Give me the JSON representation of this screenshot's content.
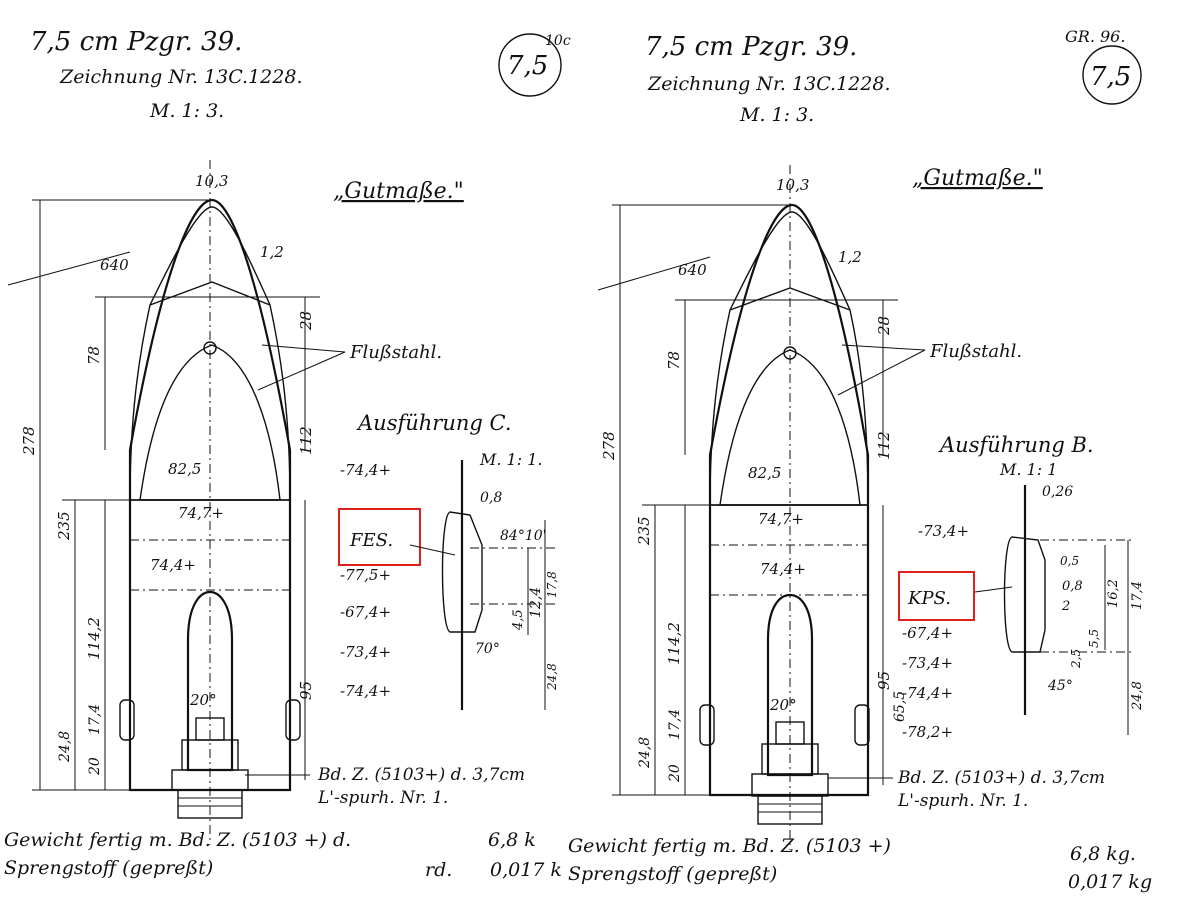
{
  "left": {
    "title": "7,5 cm Pzgr. 39.",
    "drawing": "Zeichnung Nr. 13C.1228.",
    "scale": "M. 1: 3.",
    "badge": "7,5",
    "corner_note": "10c",
    "heading": "„Gutmaße.\"",
    "material": "Flußstahl.",
    "variant": "Ausführung C.",
    "variant_scale": "M. 1: 1.",
    "callout": "FES.",
    "fuze": "Bd. Z. (5103+) d. 3,7cm",
    "tracer": "L'-spurh. Nr. 1.",
    "weight_label": "Gewicht fertig m. Bd. Z. (5103 +) d.",
    "weight_value": "6,8 k",
    "charge_label": "Sprengstoff (gepreßt)",
    "charge_rd": "rd.",
    "charge_value": "0,017 k",
    "dims": {
      "tip": "10,3",
      "wall": "1,2",
      "radius": "640",
      "r825": "82,5",
      "d278": "278",
      "d235": "235",
      "d1142": "114,2",
      "d78": "78",
      "d28": "28",
      "d112": "112",
      "d95": "95",
      "d747": "74,7+",
      "d744": "74,4+",
      "d174": "17,4",
      "d248": "24,8",
      "d20": "20",
      "a20": "20°"
    },
    "band": {
      "b1": "-74,4+",
      "b2": "-77,5+",
      "b3": "-67,4+",
      "b4": "-73,4+",
      "b5": "-74,4+",
      "b6": "0,8",
      "b7": "84°10'",
      "b8": "12,4",
      "b9": "4,5",
      "b10": "70°",
      "b11": "17,8",
      "b12": "24,8"
    }
  },
  "right": {
    "title": "7,5 cm Pzgr. 39.",
    "drawing": "Zeichnung Nr. 13C.1228.",
    "scale": "M. 1: 3.",
    "badge": "7,5",
    "corner_note": "GR. 96.",
    "heading": "„Gutmaße.\"",
    "material": "Flußstahl.",
    "variant": "Ausführung B.",
    "variant_scale": "M. 1: 1",
    "callout": "KPS.",
    "fuze": "Bd. Z. (5103+) d. 3,7cm",
    "tracer": "L'-spurh. Nr. 1.",
    "weight_label": "Gewicht fertig m. Bd. Z. (5103 +)",
    "weight_value": "6,8 kg.",
    "charge_label": "Sprengstoff (gepreßt)",
    "charge_value": "0,017 kg",
    "dims": {
      "tip": "10,3",
      "wall": "1,2",
      "radius": "640",
      "r825": "82,5",
      "d278": "278",
      "d235": "235",
      "d1142": "114,2",
      "d78": "78",
      "d28": "28",
      "d112": "112",
      "d95": "95",
      "d655": "65,5",
      "d747": "74,7+",
      "d744": "74,4+",
      "d174": "17,4",
      "d248": "24,8",
      "d20": "20",
      "a20": "20°"
    },
    "band": {
      "b1": "-73,4+",
      "b2": "-67,4+",
      "b3": "-73,4+",
      "b4": "-74,4+",
      "b5": "-78,2+",
      "b6": "0,26",
      "b7": "0,5",
      "b8": "0,8",
      "b9": "2",
      "b10": "16,2",
      "b11": "17,4",
      "b12": "5,5",
      "b13": "2,5",
      "b14": "45°",
      "b15": "24,8"
    }
  },
  "colors": {
    "ink": "#111111",
    "highlight": "#e0201c"
  }
}
